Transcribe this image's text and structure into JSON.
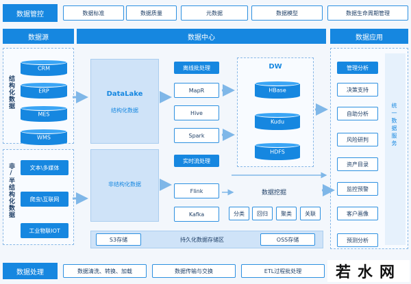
{
  "top_bar": {
    "title": "数据管控",
    "items": [
      "数据标准",
      "数据质量",
      "元数据",
      "数据模型",
      "数据生命周期管理"
    ]
  },
  "sections": {
    "left": "数据源",
    "center": "数据中心",
    "right": "数据应用"
  },
  "sources": {
    "structured_label": "结构化数据",
    "structured_items": [
      "CRM",
      "ERP",
      "MES",
      "WMS"
    ],
    "unstructured_label": "非/半结构化数据",
    "unstructured_items": [
      "文本\\多媒体",
      "爬虫\\互联网",
      "工业物联IOT"
    ]
  },
  "datalake": {
    "title": "DataLake",
    "structured": "结构化数据",
    "unstructured": "非结构化数据"
  },
  "processing": {
    "batch_label": "离线批处理",
    "batch_items": [
      "MapR",
      "Hive",
      "Spark"
    ],
    "stream_label": "实时流处理",
    "stream_items": [
      "Flink",
      "Kafka"
    ]
  },
  "dw": {
    "title": "DW",
    "items": [
      "HBase",
      "Kudu",
      "HDFS"
    ]
  },
  "mining": {
    "title": "数据挖掘",
    "items": [
      "分类",
      "回归",
      "聚类",
      "关联"
    ]
  },
  "storage": {
    "s3": "S3存储",
    "title": "持久化数据存储区",
    "oss": "OSS存储"
  },
  "apps": {
    "title": "管理分析",
    "items": [
      "决策支持",
      "自助分析",
      "风险研判",
      "资产目录",
      "监控预警",
      "客户画像",
      "预测分析"
    ],
    "side_label": "统一数据服务"
  },
  "bottom_bar": {
    "title": "数据处理",
    "items": [
      "数据清洗、转换、加载",
      "数据传输与交换",
      "ETL过程批处理"
    ]
  },
  "watermark": "若水网",
  "colors": {
    "primary": "#1687e0",
    "datalake_fill": "#cfe3f8",
    "arrow": "#7fb7e8"
  }
}
